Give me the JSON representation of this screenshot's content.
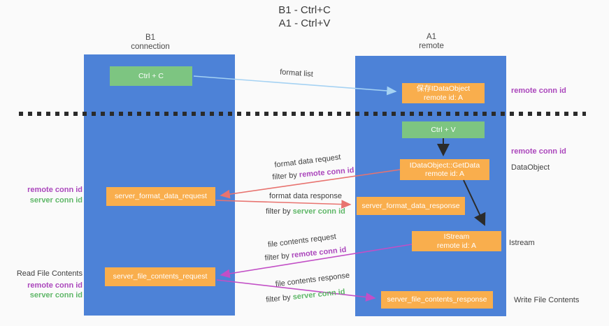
{
  "title": {
    "line1": "B1 - Ctrl+C",
    "line2": "A1 - Ctrl+V"
  },
  "lanes": {
    "left": {
      "name": "B1",
      "role": "connection"
    },
    "right": {
      "name": "A1",
      "role": "remote"
    }
  },
  "nodes": {
    "ctrl_c": {
      "label": "Ctrl + C"
    },
    "save_dataobject": {
      "line1": "保存IDataObject",
      "line2": "remote id: A"
    },
    "ctrl_v": {
      "label": "Ctrl + V"
    },
    "getdata": {
      "line1": "IDataObject::GetData",
      "line2": "remote id: A"
    },
    "server_format_data_request": {
      "label": "server_format_data_request"
    },
    "server_format_data_response": {
      "label": "server_format_data_response"
    },
    "istream": {
      "line1": "IStream",
      "line2": "remote id: A"
    },
    "server_file_contents_request": {
      "label": "server_file_contents_request"
    },
    "server_file_contents_response": {
      "label": "server_file_contents_response"
    }
  },
  "edges": {
    "format_list": {
      "label": "format list"
    },
    "format_data_request": {
      "label": "format data request",
      "filter_prefix": "filter by ",
      "filter_key": "remote conn id"
    },
    "format_data_response": {
      "label": "format data response",
      "filter_prefix": "filter by ",
      "filter_key": "server conn id"
    },
    "file_contents_request": {
      "label": "file contents request",
      "filter_prefix": "filter by ",
      "filter_key": "remote conn id"
    },
    "file_contents_response": {
      "label": "file contents response",
      "filter_prefix": "filter by ",
      "filter_key": "server conn id"
    }
  },
  "annotations": {
    "right_top_remote_conn_id": "remote conn id",
    "right_mid_remote_conn_id": "remote conn id",
    "right_dataobject": "DataObject",
    "right_istream": "Istream",
    "right_write_file_contents": "Write File Contents",
    "left_top_remote_conn_id": "remote conn id",
    "left_top_server_conn_id": "server conn id",
    "left_read_file_contents": "Read File Contents",
    "left_bottom_remote_conn_id": "remote conn id",
    "left_bottom_server_conn_id": "server conn id"
  },
  "colors": {
    "lane_blue": "#4d82d7",
    "action_green": "#7dc581",
    "message_orange": "#f9ae4d",
    "remote_conn_purple": "#ab47bc",
    "server_conn_green": "#5fb768",
    "format_arrow_red": "#e8736f",
    "contents_arrow_magenta": "#c24fc6",
    "format_list_blue": "#a5d2f3",
    "separator_black": "#2b2b2b"
  }
}
